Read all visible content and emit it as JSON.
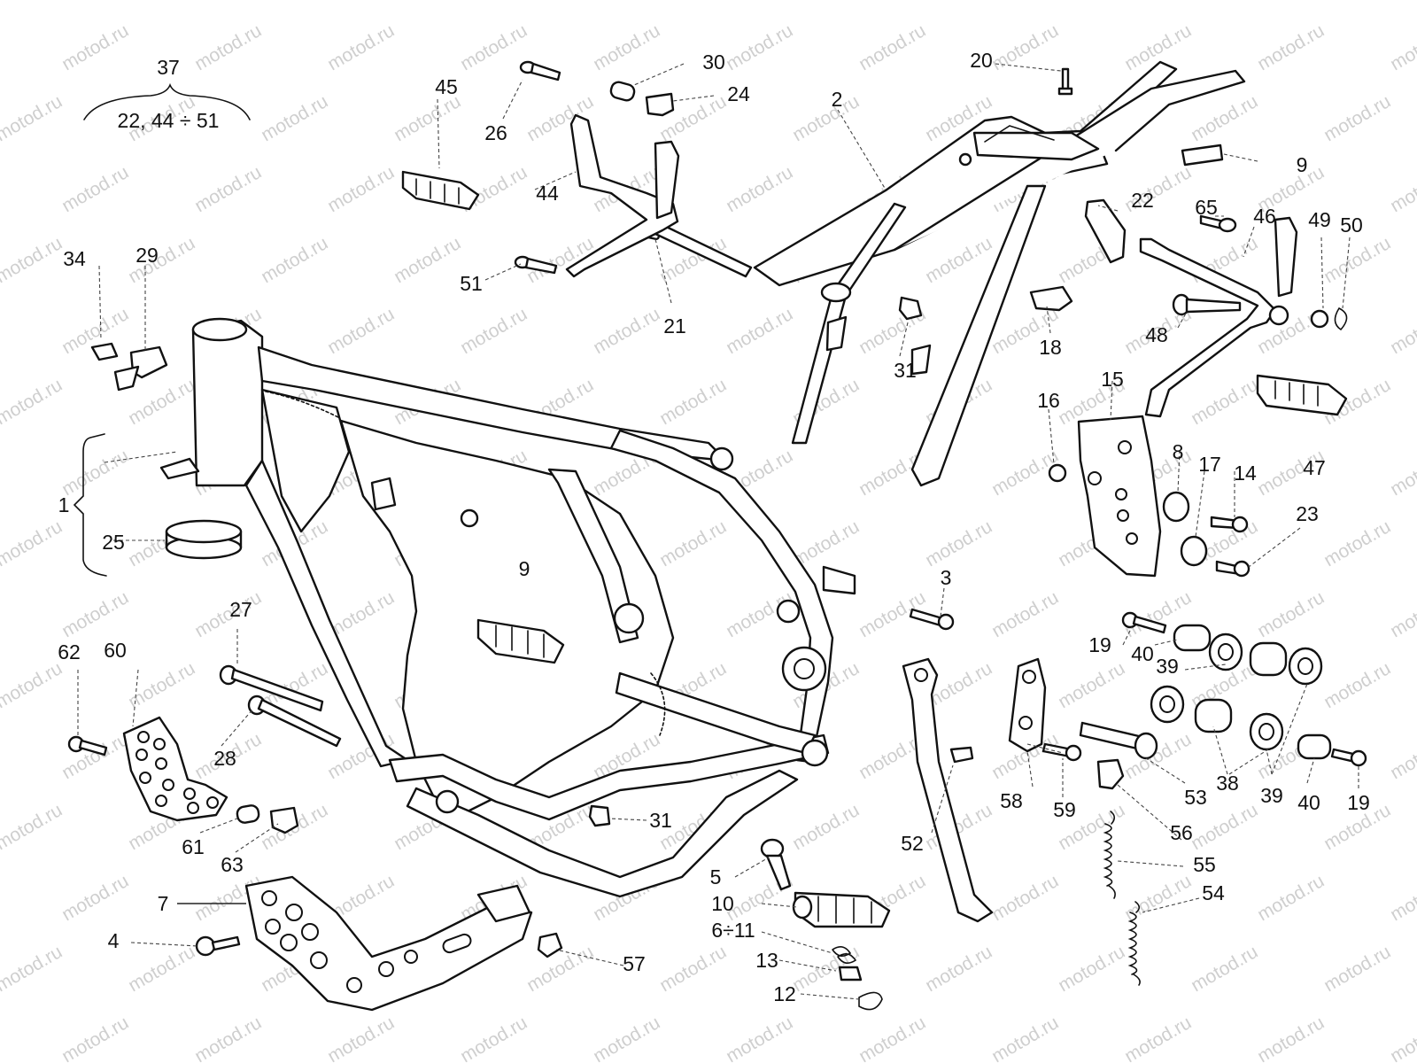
{
  "watermark": "motod.ru",
  "assembly": {
    "number": "37",
    "parts": "22, 44 ÷ 51"
  },
  "labels": {
    "l1": "1",
    "l2": "2",
    "l3": "3",
    "l4": "4",
    "l5": "5",
    "l6_11": "6÷11",
    "l7": "7",
    "l8": "8",
    "l9a": "9",
    "l9b": "9",
    "l10": "10",
    "l12": "12",
    "l13": "13",
    "l14": "14",
    "l15": "15",
    "l16": "16",
    "l17": "17",
    "l18": "18",
    "l19a": "19",
    "l19b": "19",
    "l20": "20",
    "l21": "21",
    "l22": "22",
    "l23": "23",
    "l24": "24",
    "l25": "25",
    "l26": "26",
    "l27": "27",
    "l28": "28",
    "l29": "29",
    "l30": "30",
    "l31a": "31",
    "l31b": "31",
    "l34": "34",
    "l38": "38",
    "l39a": "39",
    "l39b": "39",
    "l40a": "40",
    "l40b": "40",
    "l44": "44",
    "l45": "45",
    "l46": "46",
    "l47": "47",
    "l48": "48",
    "l49": "49",
    "l50": "50",
    "l51": "51",
    "l52": "52",
    "l53": "53",
    "l54": "54",
    "l55": "55",
    "l56": "56",
    "l57": "57",
    "l58": "58",
    "l59": "59",
    "l60": "60",
    "l61": "61",
    "l62": "62",
    "l63": "63",
    "l65": "65"
  }
}
